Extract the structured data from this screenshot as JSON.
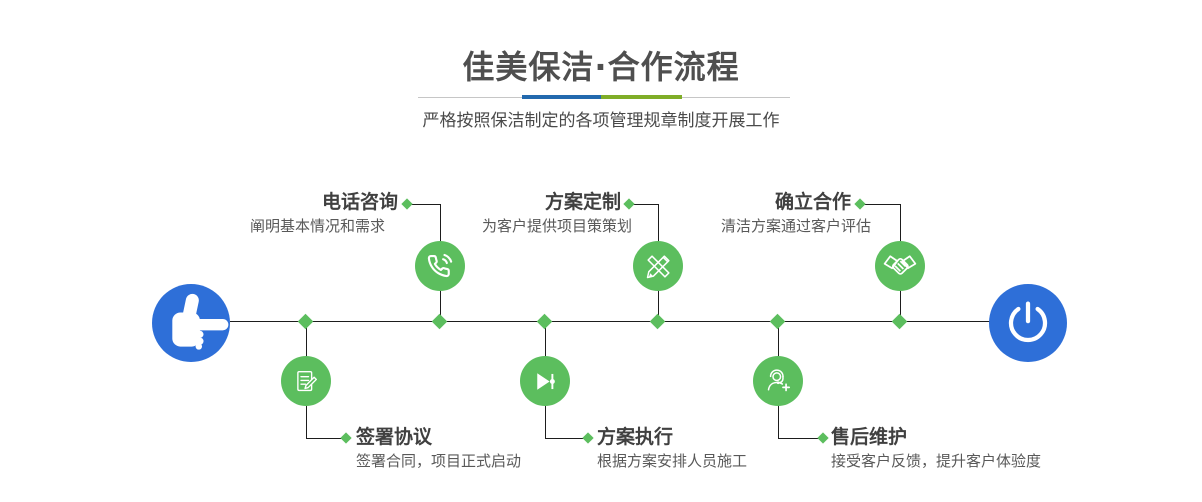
{
  "header": {
    "title": "佳美保洁·合作流程",
    "subtitle": "严格按照保洁制定的各项管理规章制度开展工作",
    "divider_colors": {
      "blue": "#2269ae",
      "green": "#7fad27",
      "line": "#c6c6c6"
    }
  },
  "colors": {
    "node_blue": "#2e6fd8",
    "node_green": "#5cbe5e",
    "connector": "#1d1d1d",
    "title_text": "#4f4f4f",
    "step_title_text": "#404040",
    "step_desc_text": "#595959"
  },
  "flow": {
    "start_icon": "hand-pointer-icon",
    "end_icon": "power-icon",
    "steps": [
      {
        "title": "电话咨询",
        "desc": "阐明基本情况和需求",
        "icon": "phone-icon",
        "position": "top"
      },
      {
        "title": "签署协议",
        "desc": "签署合同，项目正式启动",
        "icon": "document-pen-icon",
        "position": "bottom"
      },
      {
        "title": "方案定制",
        "desc": "为客户提供项目策策划",
        "icon": "pencil-wrench-icon",
        "position": "top"
      },
      {
        "title": "方案执行",
        "desc": "根据方案安排人员施工",
        "icon": "play-next-icon",
        "position": "bottom"
      },
      {
        "title": "确立合作",
        "desc": "清洁方案通过客户评估",
        "icon": "handshake-icon",
        "position": "top"
      },
      {
        "title": "售后维护",
        "desc": "接受客户反馈，提升客户体验度",
        "icon": "headset-plus-icon",
        "position": "bottom"
      }
    ]
  }
}
